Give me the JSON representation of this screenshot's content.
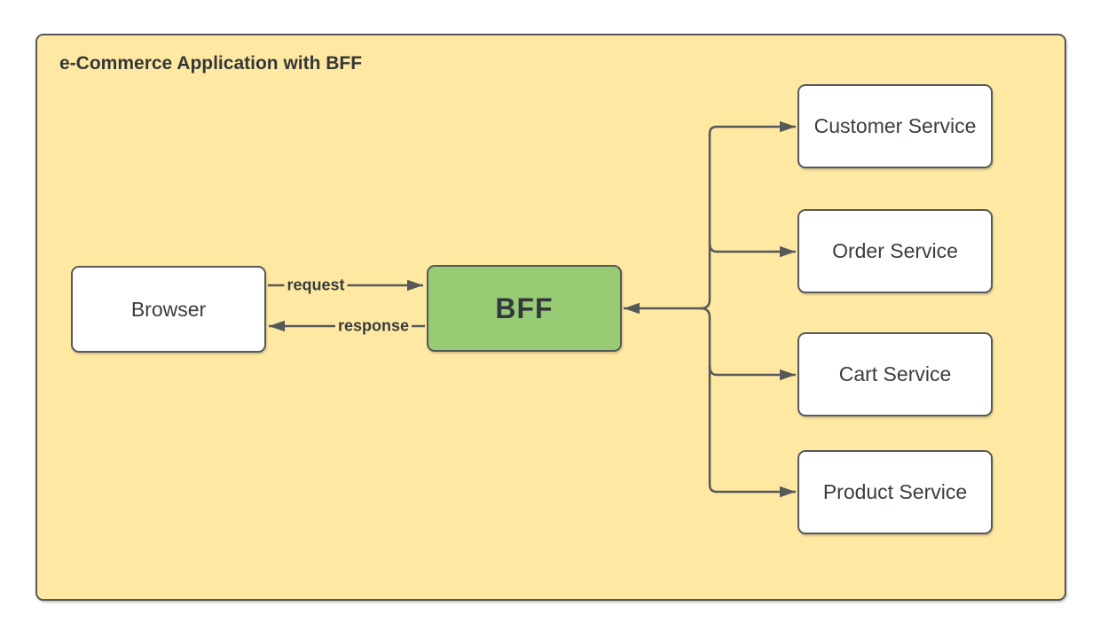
{
  "diagram": {
    "title": "e-Commerce Application with BFF"
  },
  "nodes": {
    "browser": {
      "label": "Browser"
    },
    "bff": {
      "label": "BFF"
    },
    "services": [
      {
        "label": "Customer Service"
      },
      {
        "label": "Order Service"
      },
      {
        "label": "Cart Service"
      },
      {
        "label": "Product Service"
      }
    ]
  },
  "edges": {
    "request": {
      "label": "request",
      "from": "Browser",
      "to": "BFF"
    },
    "response": {
      "label": "response",
      "from": "BFF",
      "to": "Browser"
    },
    "bff_services_bus": {
      "into_bff_arrow": true,
      "targets": [
        "Customer Service",
        "Order Service",
        "Cart Service",
        "Product Service"
      ]
    }
  },
  "colors": {
    "container_fill": "#FFE9A2",
    "node_fill": "#FFFFFF",
    "bff_fill": "#97CC74",
    "stroke": "#56585A",
    "text": "#3A3D40",
    "canvas": "#FFFFFF"
  }
}
